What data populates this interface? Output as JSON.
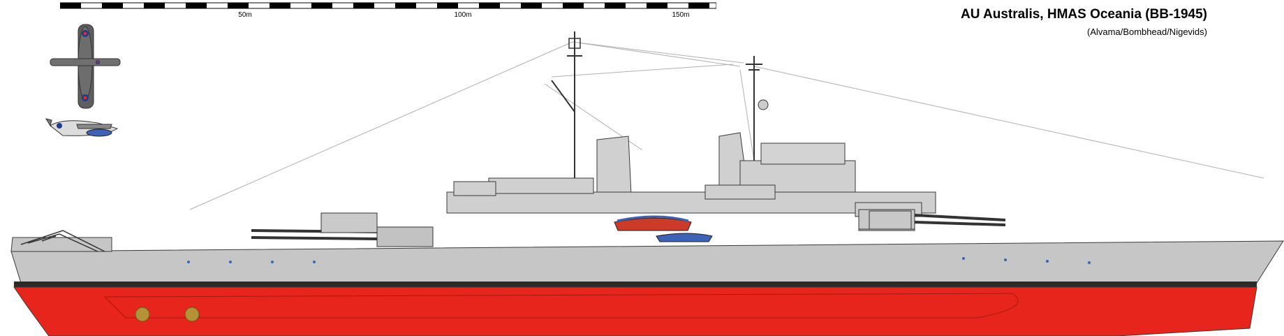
{
  "header": {
    "title": "AU Australis, HMAS Oceania (BB-1945)",
    "credits": "(Alvama/Bombhead/Nigevids)"
  },
  "scale_bar": {
    "ticks": [
      "50m",
      "100m",
      "150m"
    ]
  },
  "drawing": {
    "subject": "battleship-profile",
    "colors": {
      "hull_upper": "#c6c6c6",
      "boot_topping": "#2b2b2b",
      "hull_lower": "#e8251c",
      "superstructure": "#d0d0d0",
      "outline": "#3a3a3a",
      "rigging": "#b0b0b0",
      "boat_blue": "#3c63b8",
      "boat_red": "#cc3b2a",
      "propeller": "#b59237",
      "aircraft": "#6d6d6d"
    }
  }
}
